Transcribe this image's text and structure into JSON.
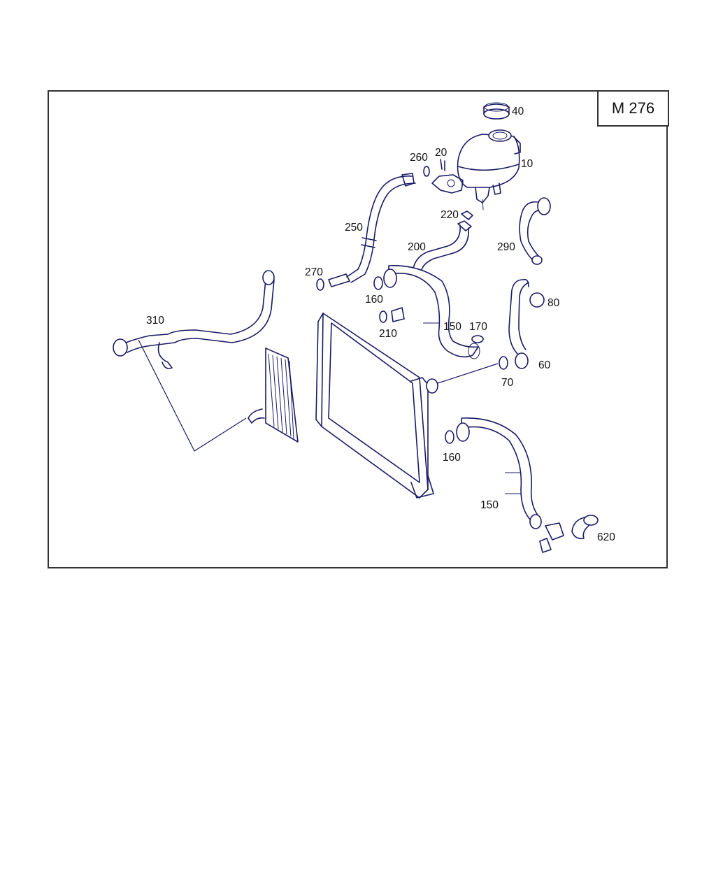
{
  "engine_code": "M 276",
  "colors": {
    "line": "#1a1a66",
    "frame": "#333333",
    "text": "#111111"
  },
  "callouts": {
    "c40": "40",
    "c10": "10",
    "c20": "20",
    "c260": "260",
    "c250": "250",
    "c220": "220",
    "c290": "290",
    "c200": "200",
    "c270": "270",
    "c160a": "160",
    "c80": "80",
    "c210": "210",
    "c150a": "150",
    "c170": "170",
    "c310": "310",
    "c60": "60",
    "c70": "70",
    "c160b": "160",
    "c150b": "150",
    "c620": "620"
  }
}
